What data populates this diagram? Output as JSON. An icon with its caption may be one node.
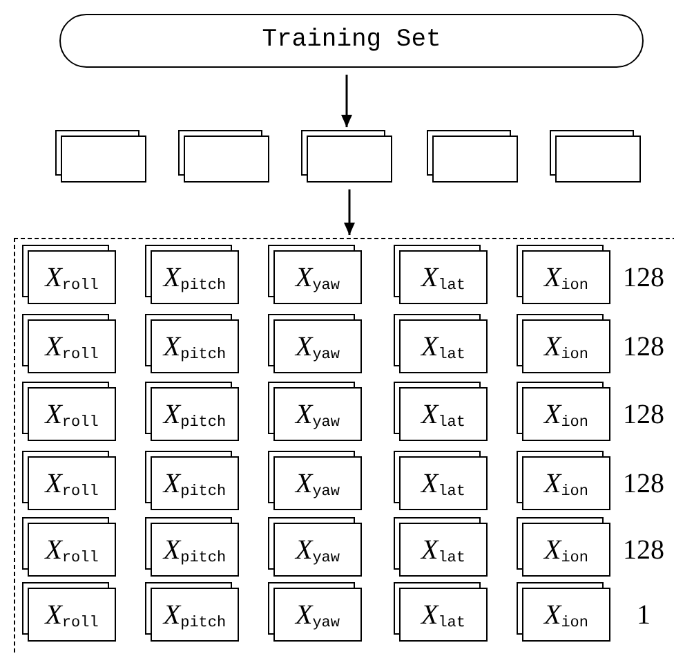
{
  "diagram": {
    "nodes": [
      {
        "text": [
          "Training Set"
        ]
      },
      {
        "text": [],
        "shape": "box"
      },
      {
        "text": [],
        "shape": "box"
      },
      {
        "text": [],
        "shape": "box"
      },
      {
        "text": [],
        "shape": "box"
      },
      {
        "text": [],
        "shape": "box"
      },
      {
        "text": [],
        "shape": "box"
      },
      {
        "text": [
          "*X*$_{roll}$"
        ],
        "in": 6
      },
      {
        "text": [
          "*X*$_{pitch}$"
        ],
        "in": 6
      },
      {
        "text": [
          "*X*$_{yaw}$"
        ],
        "in": 6
      },
      {
        "text": [
          "*X*$_{lat}$"
        ],
        "in": 6
      },
      {
        "text": [
          "*X*$_{ion}$"
        ],
        "in": 6
      },
      {
        "text": [
          "*X*$_{roll}$"
        ],
        "in": 6
      },
      {
        "text": [
          "*X*$_{pitch}$"
        ],
        "in": 6
      },
      {
        "text": [
          "*X*$_{yaw}$"
        ],
        "in": 6
      },
      {
        "text": [
          "*X*$_{lat}$"
        ],
        "in": 6
      },
      {
        "text": [
          "*X*$_{ion}$"
        ],
        "in": 6
      },
      {
        "text": [
          "*X*$_{roll}$"
        ],
        "in": 6
      },
      {
        "text": [
          "*X*$_{pitch}$"
        ],
        "in": 6
      },
      {
        "text": [
          "*X*$_{yaw}$"
        ],
        "in": 6
      },
      {
        "text": [
          "*X*$_{lat}$"
        ],
        "in": 6
      },
      {
        "text": [
          "*X*$_{ion}$"
        ],
        "in": 6
      },
      {
        "text": [
          "*X*$_{roll}$"
        ],
        "in": 6
      },
      {
        "text": [
          "*X*$_{pitch}$"
        ],
        "in": 6
      },
      {
        "text": [
          "*X*$_{yaw}$"
        ],
        "in": 6
      },
      {
        "text": [
          "*X*$_{lat}$"
        ],
        "in": 6
      },
      {
        "text": [
          "*X*$_{ion}$"
        ],
        "in": 6
      },
      {
        "text": [
          "*X*$_{roll}$"
        ],
        "in": 6
      },
      {
        "text": [
          "*X*$_{pitch}$"
        ],
        "in": 6
      },
      {
        "text": [
          "*X*$_{yaw}$"
        ],
        "in": 6
      },
      {
        "text": [
          "*X*$_{lat}$"
        ],
        "in": 6
      },
      {
        "text": [
          "*X*$_{ion}$"
        ],
        "in": 6
      },
      {
        "text": [
          "*X*$_{roll}$"
        ],
        "in": 6
      },
      {
        "text": [
          "*X*$_{pitch}$"
        ],
        "in": 6
      },
      {
        "text": [
          "*X*$_{yaw}$"
        ],
        "in": 6
      },
      {
        "text": [
          "*X*$_{lat}$"
        ],
        "in": 6
      },
      {
        "text": [
          "*X*$_{ion}$"
        ],
        "in": 6
      }
    ],
    "edges": [
      {
        "from": 0,
        "to": 3,
        "arrow": "to"
      },
      {
        "from": 3,
        "to": 6,
        "arrow": "to"
      }
    ],
    "labels": [
      "128",
      "128",
      "128",
      "128",
      "128",
      "1"
    ]
  }
}
